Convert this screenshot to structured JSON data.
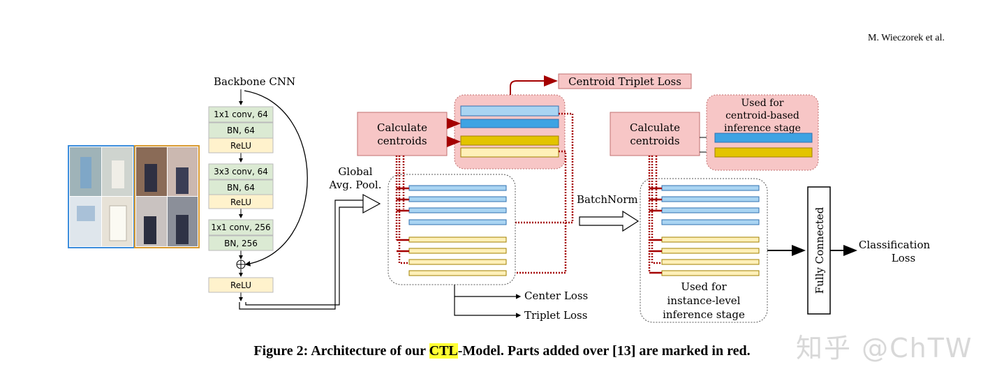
{
  "header": {
    "author": "M. Wieczorek et al."
  },
  "backbone": {
    "title": "Backbone CNN",
    "layers": [
      "1x1 conv, 64",
      "BN, 64",
      "ReLU",
      "3x3 conv, 64",
      "BN, 64",
      "ReLU",
      "1x1 conv, 256",
      "BN, 256",
      "ReLU"
    ]
  },
  "gap": {
    "line1": "Global",
    "line2": "Avg. Pool."
  },
  "calc_left": {
    "line1": "Calculate",
    "line2": "centroids"
  },
  "calc_right": {
    "line1": "Calculate",
    "line2": "centroids"
  },
  "centroid_loss": "Centroid Triplet Loss",
  "used_centroid": {
    "line1": "Used for",
    "line2": "centroid-based",
    "line3": "inference stage"
  },
  "batchnorm": "BatchNorm",
  "center_loss": "Center Loss",
  "triplet_loss": "Triplet Loss",
  "used_instance": {
    "line1": "Used for",
    "line2": "instance-level",
    "line3": "inference stage"
  },
  "fc": "Fully Connected",
  "cls": {
    "line1": "Classification",
    "line2": "Loss"
  },
  "caption": {
    "prefix": "Figure 2: Architecture of our ",
    "highlight": "CTL",
    "suffix": "-Model. Parts added over [13] are marked in red."
  },
  "watermark": "知乎 @ChTW",
  "colors": {
    "red": "#a40000",
    "red_fill": "#f7c6c6",
    "blue": "#3ea3e3",
    "light_blue": "#a9d4f2",
    "yellow": "#e3c400",
    "light_yellow": "#fff0b8",
    "green_block": "#dbead3",
    "yellow_block": "#fff2cc"
  }
}
